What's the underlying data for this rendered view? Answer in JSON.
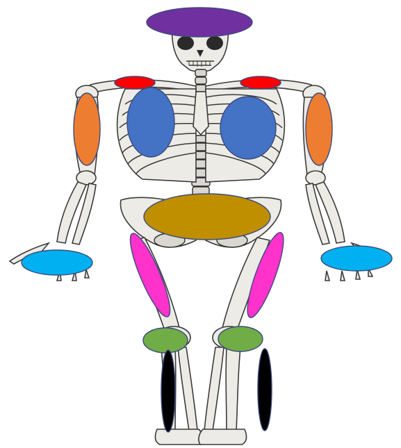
{
  "figure": {
    "subject": "skeleton-front-view",
    "markers": [
      {
        "name": "skull-marker",
        "color": "#7030a0"
      },
      {
        "name": "left-shoulder-marker",
        "color": "#ff0000"
      },
      {
        "name": "right-shoulder-marker",
        "color": "#ff0000"
      },
      {
        "name": "left-chest-marker",
        "color": "#4472c4"
      },
      {
        "name": "right-chest-marker",
        "color": "#4472c4"
      },
      {
        "name": "left-upper-arm-marker",
        "color": "#ed7d31"
      },
      {
        "name": "right-upper-arm-marker",
        "color": "#ed7d31"
      },
      {
        "name": "pelvis-marker",
        "color": "#bf8f00"
      },
      {
        "name": "left-hand-marker",
        "color": "#00b0f0"
      },
      {
        "name": "right-hand-marker",
        "color": "#00b0f0"
      },
      {
        "name": "left-thigh-marker",
        "color": "#ff33cc"
      },
      {
        "name": "right-thigh-marker",
        "color": "#ff33cc"
      },
      {
        "name": "left-knee-marker",
        "color": "#70ad47"
      },
      {
        "name": "right-knee-marker",
        "color": "#70ad47"
      },
      {
        "name": "left-shin-marker",
        "color": "#000000"
      },
      {
        "name": "right-shin-marker",
        "color": "#000000"
      }
    ]
  }
}
